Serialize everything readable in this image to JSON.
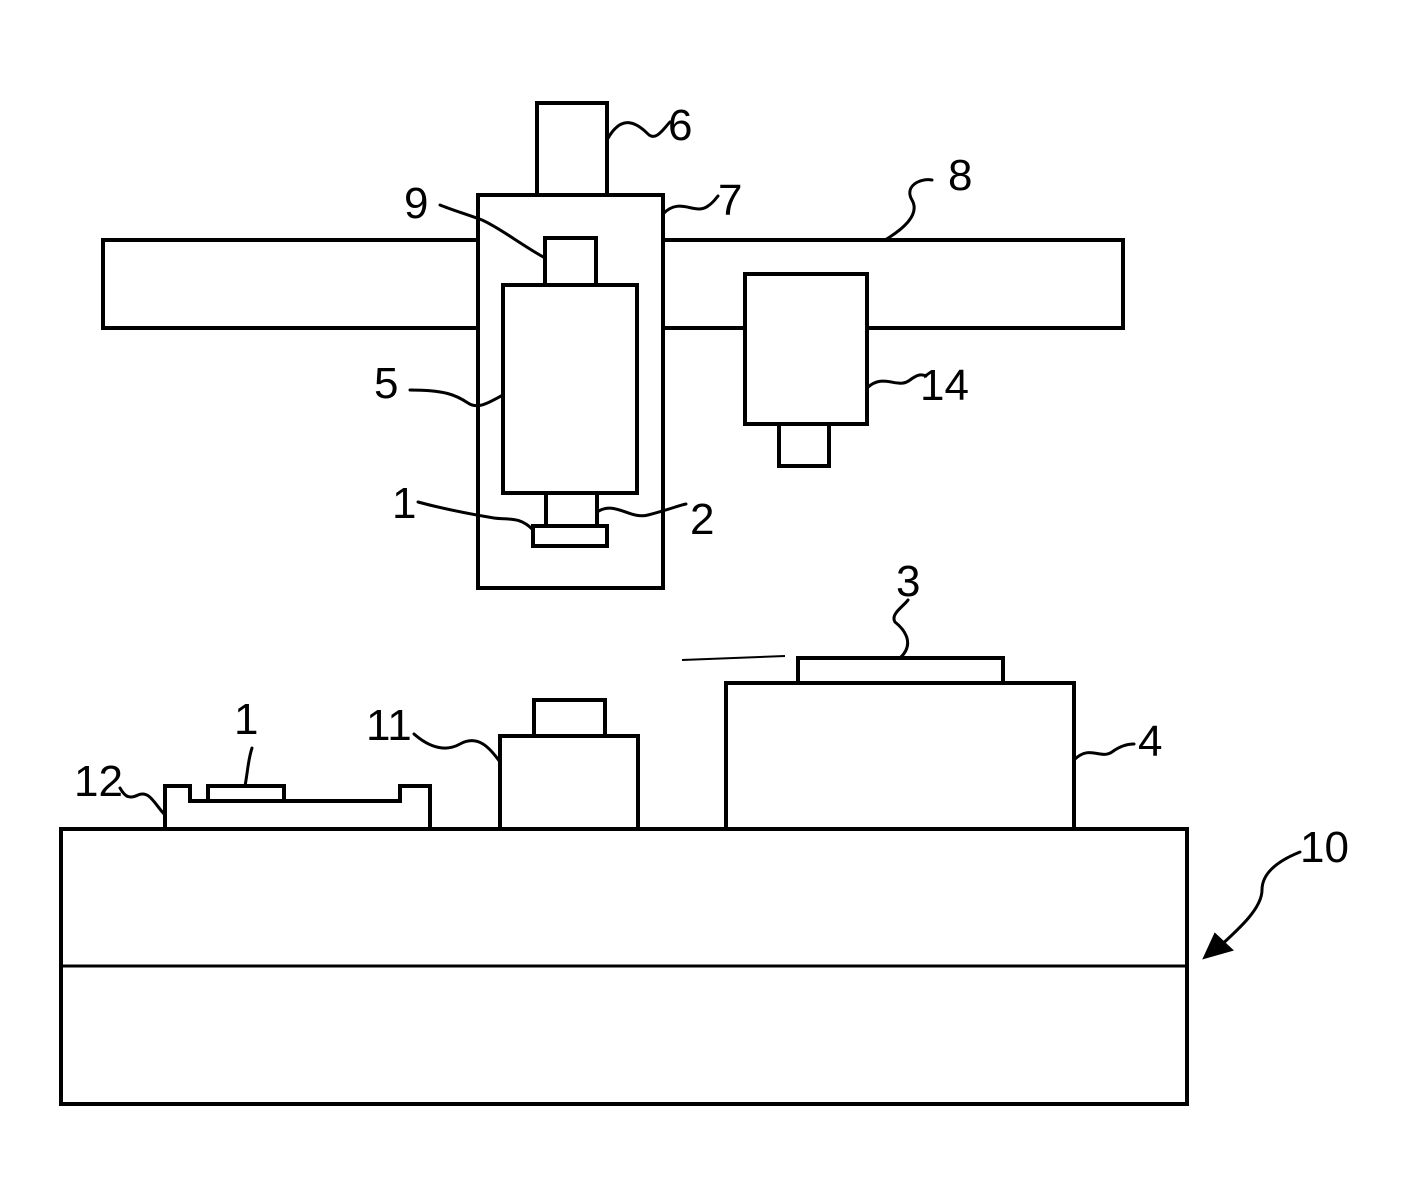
{
  "figure": {
    "labels": {
      "ref_1_head": "1",
      "ref_1_tray": "1",
      "ref_2": "2",
      "ref_3": "3",
      "ref_4": "4",
      "ref_5": "5",
      "ref_6": "6",
      "ref_7": "7",
      "ref_8": "8",
      "ref_9": "9",
      "ref_10": "10",
      "ref_11": "11",
      "ref_12": "12",
      "ref_14": "14"
    }
  }
}
